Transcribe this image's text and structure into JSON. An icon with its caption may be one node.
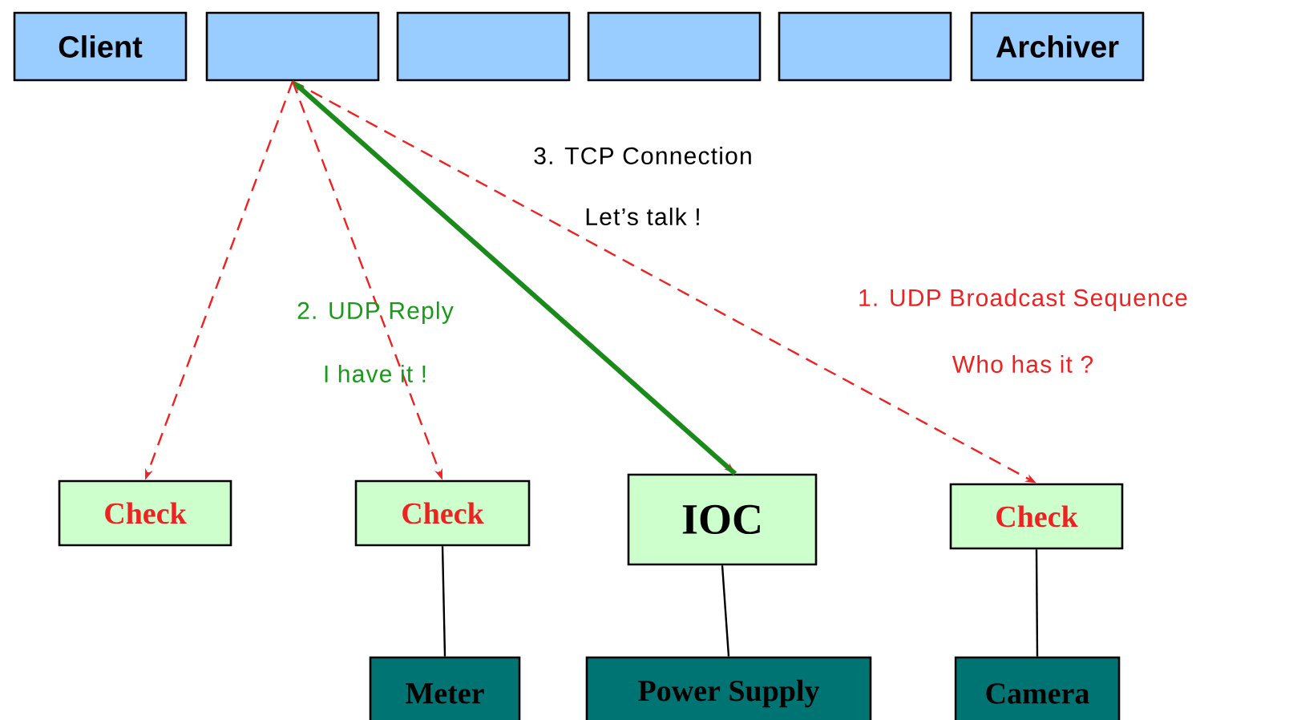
{
  "diagram": {
    "nodes": [
      {
        "text": [
          "Client"
        ]
      },
      {
        "text": [],
        "shape": "box"
      },
      {
        "text": [],
        "shape": "box"
      },
      {
        "text": [],
        "shape": "box"
      },
      {
        "text": [],
        "shape": "box"
      },
      {
        "text": [
          "Archiver"
        ]
      },
      {
        "text": [
          "Check"
        ]
      },
      {
        "text": [
          "Check"
        ]
      },
      {
        "text": [
          "IOC"
        ]
      },
      {
        "text": [
          "Check"
        ]
      },
      {
        "text": [
          "Meter"
        ]
      },
      {
        "text": [
          "Power Supply"
        ]
      },
      {
        "text": [
          "Camera"
        ]
      }
    ],
    "edges": [
      {
        "from": 1,
        "to": 6,
        "arrow": "to",
        "style": "dashed"
      },
      {
        "from": 1,
        "to": 7,
        "arrow": "to",
        "style": "dashed"
      },
      {
        "from": 1,
        "to": 8,
        "arrow": "to",
        "style": "dashed"
      },
      {
        "from": 1,
        "to": 9,
        "arrow": "to",
        "style": "dashed"
      },
      {
        "from": 8,
        "to": 1,
        "arrow": "to",
        "style": "thick",
        "color": "#1a8a1a"
      },
      {
        "from": 7,
        "to": 10,
        "arrow": "none",
        "color": "#000000"
      },
      {
        "from": 8,
        "to": 11,
        "arrow": "none",
        "color": "#000000"
      },
      {
        "from": 9,
        "to": 12,
        "arrow": "none",
        "color": "#000000"
      }
    ],
    "labels": [
      "3. TCP Connection",
      "Let’s talk !",
      "2. UDP Reply",
      "I have it !",
      "1.     UDP Broadcast Sequence",
      "Who has it ?"
    ]
  }
}
